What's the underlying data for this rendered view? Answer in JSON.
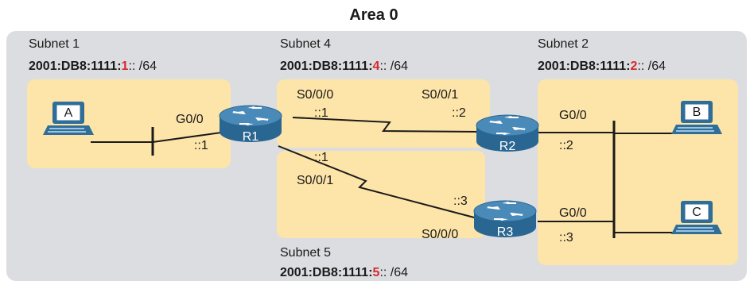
{
  "area": {
    "title": "Area 0"
  },
  "colors": {
    "area_bg": "#dcdde0",
    "subnet_bg": "#fde4a8",
    "router_body": "#2f6e99",
    "router_top": "#4c8dbb",
    "highlight": "#d7282f"
  },
  "subnets": [
    {
      "name": "Subnet 1",
      "prefix": "2001:DB8:1111:",
      "id": "1",
      "suffix": ":: /64"
    },
    {
      "name": "Subnet 4",
      "prefix": "2001:DB8:1111:",
      "id": "4",
      "suffix": ":: /64"
    },
    {
      "name": "Subnet 2",
      "prefix": "2001:DB8:1111:",
      "id": "2",
      "suffix": ":: /64"
    },
    {
      "name": "Subnet 5",
      "prefix": "2001:DB8:1111:",
      "id": "5",
      "suffix": ":: /64"
    }
  ],
  "routers": [
    {
      "name": "R1"
    },
    {
      "name": "R2"
    },
    {
      "name": "R3"
    }
  ],
  "hosts": [
    {
      "name": "A"
    },
    {
      "name": "B"
    },
    {
      "name": "C"
    }
  ],
  "interfaces": {
    "r1_g00": "G0/0",
    "r1_g00_addr": "::1",
    "r1_s000": "S0/0/0",
    "r1_s000_addr": "::1",
    "r1_s001": "S0/0/1",
    "r1_s001_addr": "::1",
    "r2_s001": "S0/0/1",
    "r2_s001_addr": "::2",
    "r2_g00": "G0/0",
    "r2_g00_addr": "::2",
    "r3_s000": "S0/0/0",
    "r3_s000_addr": "::3",
    "r3_g00": "G0/0",
    "r3_g00_addr": "::3"
  }
}
